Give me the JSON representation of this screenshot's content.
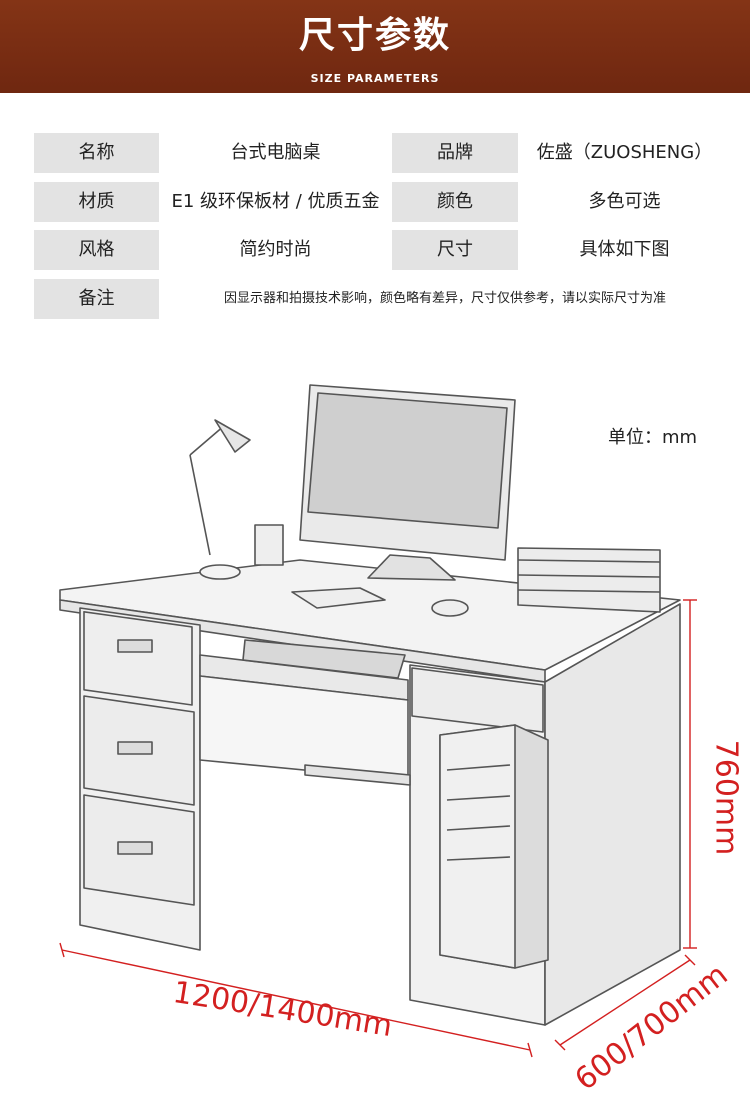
{
  "header": {
    "title": "尺寸参数",
    "subtitle": "SIZE PARAMETERS"
  },
  "specs": {
    "rows": [
      {
        "label1": "名称",
        "value1": "台式电脑桌",
        "label2": "品牌",
        "value2": "佐盛（ZUOSHENG）"
      },
      {
        "label1": "材质",
        "value1": "E1 级环保板材 / 优质五金",
        "label2": "颜色",
        "value2": "多色可选"
      },
      {
        "label1": "风格",
        "value1": "简约时尚",
        "label2": "尺寸",
        "value2": "具体如下图"
      }
    ],
    "note_label": "备注",
    "note_value": "因显示器和拍摄技术影响，颜色略有差异，尺寸仅供参考，请以实际尺寸为准"
  },
  "diagram": {
    "unit": "单位：mm",
    "height_label": "760mm",
    "width_label": "1200/1400mm",
    "depth_label": "600/700mm"
  },
  "colors": {
    "header_bg": "#7a2d12",
    "label_bg": "#e3e3e3",
    "dimension_red": "#d32020"
  }
}
